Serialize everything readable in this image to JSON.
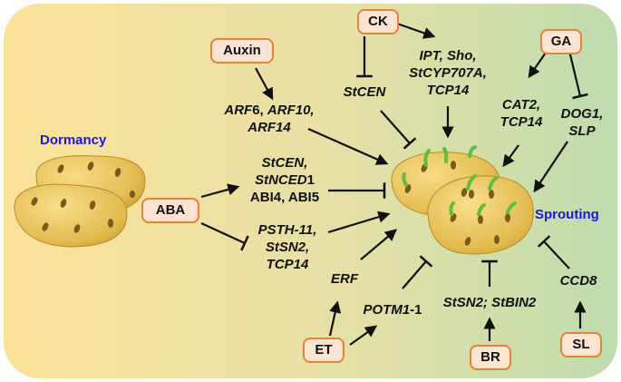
{
  "states": {
    "dormancy": "Dormancy",
    "sprouting": "Sprouting"
  },
  "hormones": {
    "auxin": "Auxin",
    "ck": "CK",
    "ga": "GA",
    "aba": "ABA",
    "et": "ET",
    "br": "BR",
    "sl": "SL"
  },
  "genes": {
    "auxin_l1_a": "ARF",
    "auxin_l1_b": "6, ",
    "auxin_l1_c": "ARF10,",
    "auxin_l2": "ARF14",
    "ck_target_l1": "IPT, Sho,",
    "ck_target_l2": "StCYP707A,",
    "ck_target_l3": "TCP14",
    "ck_cen": "StCEN",
    "ga_cat_l1": "CAT2,",
    "ga_cat_l2": "TCP14",
    "ga_dog_l1": "DOG1,",
    "ga_dog_l2": "SLP",
    "aba_inh_l1": "StCEN,",
    "aba_inh_l2_a": "StNCED",
    "aba_inh_l2_b": "1",
    "aba_inh_l3": "ABI4, ABI5",
    "aba_act_l1": "PSTH-11,",
    "aba_act_l2": "StSN2,",
    "aba_act_l3": "TCP14",
    "et_erf": "ERF",
    "et_potm_a": "POTM1",
    "et_potm_b": "-1",
    "br_genes": "StSN2; StBIN2",
    "sl_gene": "CCD8"
  },
  "colors": {
    "bg_left": "#fbe29a",
    "bg_right": "#bfdcae",
    "hormone_fill": "#fde3d2",
    "hormone_border": "#e0843a",
    "state_text": "#1a1ad6",
    "potato": "#e8c25a",
    "potato_dark": "#b88a25",
    "sprout": "#5fbf3a"
  }
}
